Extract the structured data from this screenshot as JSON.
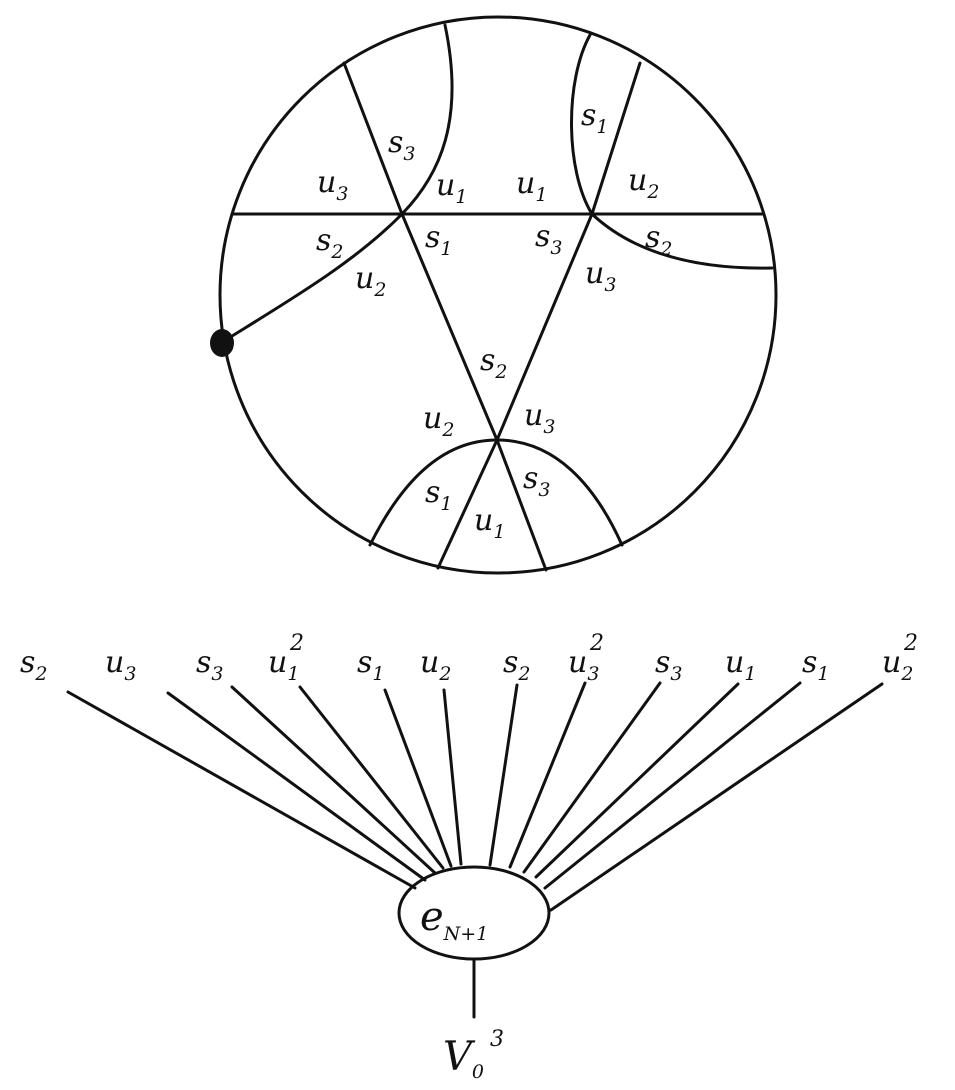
{
  "disk": {
    "labels": [
      {
        "id": "s3-upper",
        "sym": "s",
        "sub": "3"
      },
      {
        "id": "s1-upper-right",
        "sym": "s",
        "sub": "1"
      },
      {
        "id": "u3-left",
        "sym": "u",
        "sub": "3"
      },
      {
        "id": "u1-left",
        "sym": "u",
        "sub": "1"
      },
      {
        "id": "u1-right",
        "sym": "u",
        "sub": "1"
      },
      {
        "id": "u2-right",
        "sym": "u",
        "sub": "2"
      },
      {
        "id": "s2-left",
        "sym": "s",
        "sub": "2"
      },
      {
        "id": "s1-center",
        "sym": "s",
        "sub": "1"
      },
      {
        "id": "s3-center",
        "sym": "s",
        "sub": "3"
      },
      {
        "id": "s2-right",
        "sym": "s",
        "sub": "2"
      },
      {
        "id": "u2-left",
        "sym": "u",
        "sub": "2"
      },
      {
        "id": "u3-right",
        "sym": "u",
        "sub": "3"
      },
      {
        "id": "s2-middle",
        "sym": "s",
        "sub": "2"
      },
      {
        "id": "u2-bottom",
        "sym": "u",
        "sub": "2"
      },
      {
        "id": "u3-bottom",
        "sym": "u",
        "sub": "3"
      },
      {
        "id": "s1-bottom",
        "sym": "s",
        "sub": "1"
      },
      {
        "id": "s3-bottom",
        "sym": "s",
        "sub": "3"
      },
      {
        "id": "u1-bottom",
        "sym": "u",
        "sub": "1"
      }
    ]
  },
  "tree": {
    "leaves": [
      {
        "sym": "s",
        "sub": "2",
        "sup": ""
      },
      {
        "sym": "u",
        "sub": "3",
        "sup": ""
      },
      {
        "sym": "s",
        "sub": "3",
        "sup": ""
      },
      {
        "sym": "u",
        "sub": "1",
        "sup": "2"
      },
      {
        "sym": "s",
        "sub": "1",
        "sup": ""
      },
      {
        "sym": "u",
        "sub": "2",
        "sup": ""
      },
      {
        "sym": "s",
        "sub": "2",
        "sup": ""
      },
      {
        "sym": "u",
        "sub": "3",
        "sup": "2"
      },
      {
        "sym": "s",
        "sub": "3",
        "sup": ""
      },
      {
        "sym": "u",
        "sub": "1",
        "sup": ""
      },
      {
        "sym": "s",
        "sub": "1",
        "sup": ""
      },
      {
        "sym": "u",
        "sub": "2",
        "sup": "2"
      }
    ],
    "node": {
      "sym": "e",
      "sub": "N+1"
    },
    "root": {
      "sym": "V",
      "sub": "0",
      "sup": "3"
    }
  }
}
